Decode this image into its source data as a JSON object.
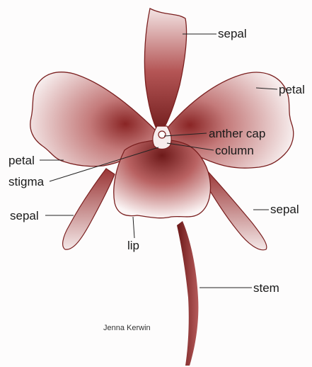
{
  "colors": {
    "ink": "#7a1f1f",
    "shade": "#a23a3a",
    "wash": "#e8c9c9",
    "leader": "#222222"
  },
  "labels": {
    "sepal_top": "sepal",
    "petal_right": "petal",
    "anther_cap": "anther cap",
    "column": "column",
    "petal_left": "petal",
    "stigma": "stigma",
    "sepal_left": "sepal",
    "sepal_right": "sepal",
    "lip": "lip",
    "stem": "stem"
  },
  "credit": "Jenna Kerwin"
}
